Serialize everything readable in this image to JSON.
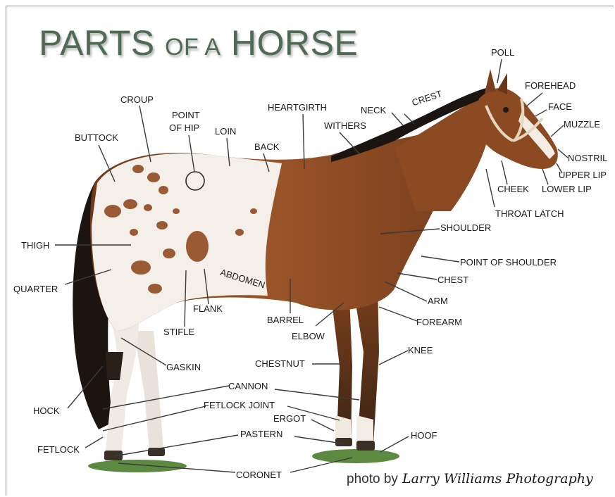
{
  "title": {
    "big1": "PARTS",
    "small1": "OF A",
    "big2": "HORSE"
  },
  "labels": {
    "poll": "POLL",
    "forehead": "FOREHEAD",
    "face": "FACE",
    "muzzle": "MUZZLE",
    "nostril": "NOSTRIL",
    "upper_lip": "UPPER LIP",
    "lower_lip": "LOWER LIP",
    "cheek": "CHEEK",
    "throat_latch": "THROAT LATCH",
    "crest": "CREST",
    "neck": "NECK",
    "withers": "WITHERS",
    "heartgirth": "HEARTGIRTH",
    "back": "BACK",
    "loin": "LOIN",
    "point_of_hip_1": "POINT",
    "point_of_hip_2": "OF HIP",
    "croup": "CROUP",
    "buttock": "BUTTOCK",
    "thigh": "THIGH",
    "quarter": "QUARTER",
    "flank": "FLANK",
    "stifle": "STIFLE",
    "abdomen": "ABDOMEN",
    "barrel": "BARREL",
    "elbow": "ELBOW",
    "shoulder": "SHOULDER",
    "point_of_shoulder": "POINT OF SHOULDER",
    "chest": "CHEST",
    "arm": "ARM",
    "forearm": "FOREARM",
    "knee": "KNEE",
    "chestnut": "CHESTNUT",
    "gaskin": "GASKIN",
    "hock": "HOCK",
    "cannon": "CANNON",
    "fetlock_joint": "FETLOCK JOINT",
    "ergot": "ERGOT",
    "fetlock": "FETLOCK",
    "pastern": "PASTERN",
    "hoof": "HOOF",
    "coronet": "CORONET"
  },
  "credit": {
    "prefix": "photo by",
    "name": "Larry Williams Photography"
  },
  "colors": {
    "title": "#4f6b55",
    "coat_bay": "#8a4a22",
    "coat_white": "#f4efe8",
    "spots": "#9a5a34",
    "mane_tail": "#1c1410",
    "grass": "#4f7d3a"
  }
}
